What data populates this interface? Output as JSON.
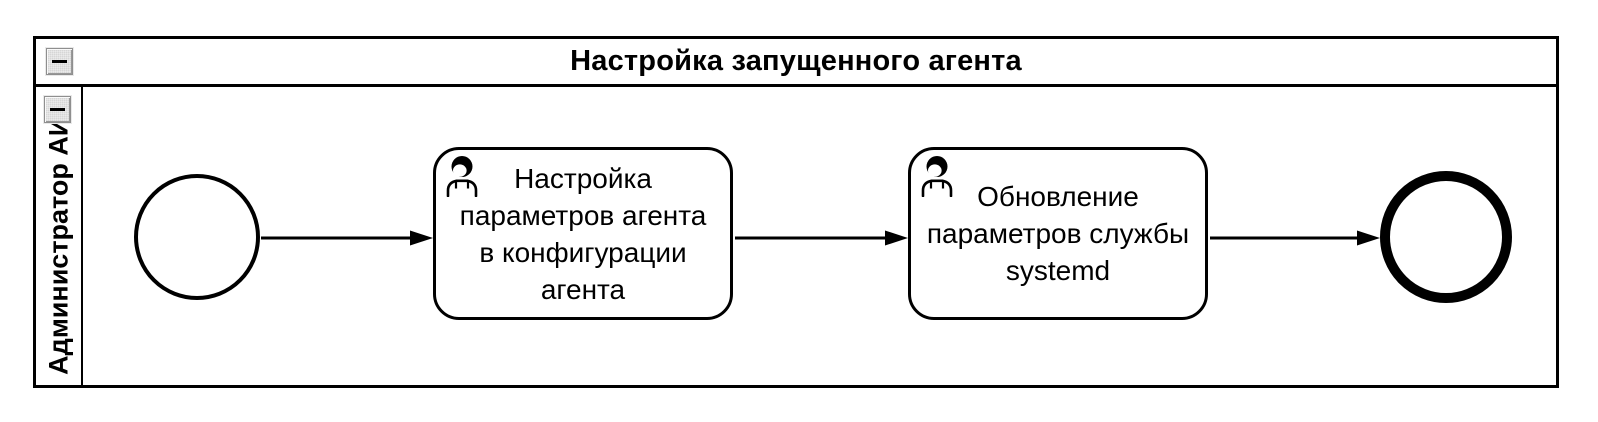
{
  "pool": {
    "title": "Настройка запущенного агента",
    "collapse_icon": "minus-icon",
    "lane": {
      "label": "Администратор АИС",
      "collapse_icon": "minus-icon"
    }
  },
  "process": {
    "start_event": {
      "type": "start-event"
    },
    "tasks": [
      {
        "type": "user-task",
        "icon": "user-icon",
        "label": "Настройка\nпараметров агента\nв конфигурации\nагента"
      },
      {
        "type": "user-task",
        "icon": "user-icon",
        "label": "Обновление\nпараметров службы\nsystemd"
      }
    ],
    "end_event": {
      "type": "end-event"
    },
    "sequence_flow_count": 3
  },
  "colors": {
    "stroke": "#000000",
    "fill": "#ffffff",
    "button_face": "#d6d6d6"
  }
}
